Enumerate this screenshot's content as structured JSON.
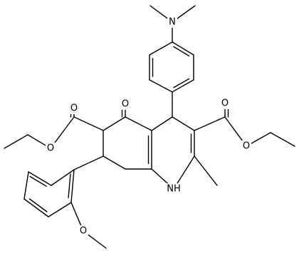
{
  "molecule": {
    "atom_labels": {
      "n_amine": "N",
      "o_ketone": "O",
      "o_ester_left_carbonyl": "O",
      "o_ester_left_ether": "O",
      "o_ester_right_carbonyl": "O",
      "o_ester_right_ether": "O",
      "nh": "NH",
      "o_methoxy": "O"
    }
  }
}
